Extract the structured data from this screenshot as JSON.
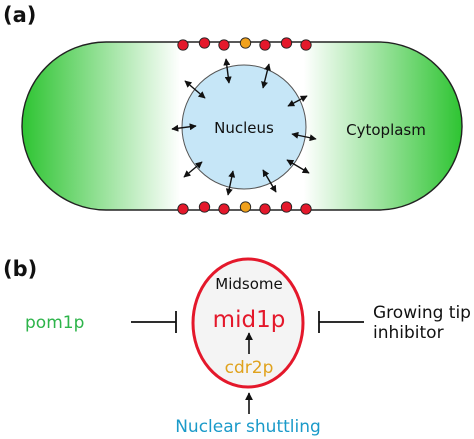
{
  "panel_a": {
    "label": "(a)",
    "nucleus_label": "Nucleus",
    "cytoplasm_label": "Cytoplasm",
    "colors": {
      "cell_edge": "#2ec432",
      "cell_center": "#ffffff",
      "nucleus_fill": "#c6e6f7",
      "dot_red": "#e4182b",
      "dot_orange": "#f0a11c",
      "outline": "#222222"
    },
    "top_dots": [
      "red",
      "red",
      "red",
      "orange",
      "red",
      "red",
      "red"
    ],
    "bottom_dots": [
      "red",
      "red",
      "red",
      "orange",
      "red",
      "red",
      "red"
    ]
  },
  "panel_b": {
    "label": "(b)",
    "midsome_label": "Midsome",
    "mid1p_label": "mid1p",
    "cdr2p_label": "cdr2p",
    "pom1p_label": "pom1p",
    "growing_tip_line1": "Growing tip",
    "growing_tip_line2": "inhibitor",
    "nuclear_shuttling_label": "Nuclear shuttling",
    "colors": {
      "oval_outline": "#e4182b",
      "mid1p": "#e4182b",
      "cdr2p": "#e0a21c",
      "pom1p": "#2db44a",
      "nuclear_shuttling": "#1a9ac9",
      "text": "#111111"
    }
  }
}
